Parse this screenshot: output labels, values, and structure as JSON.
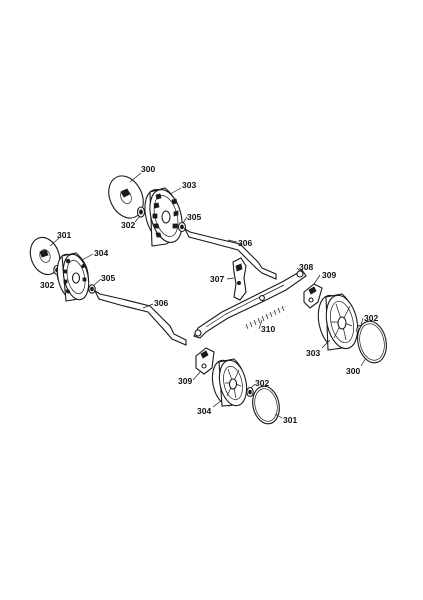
{
  "parts": {
    "disc_300": "300",
    "disc_301": "301",
    "washer_302": "302",
    "wheel_303": "303",
    "wheel_304": "304",
    "bushing_305": "305",
    "axle_306": "306",
    "lever_307": "307",
    "bar_308": "308",
    "bracket_309": "309",
    "spring_310": "310"
  }
}
